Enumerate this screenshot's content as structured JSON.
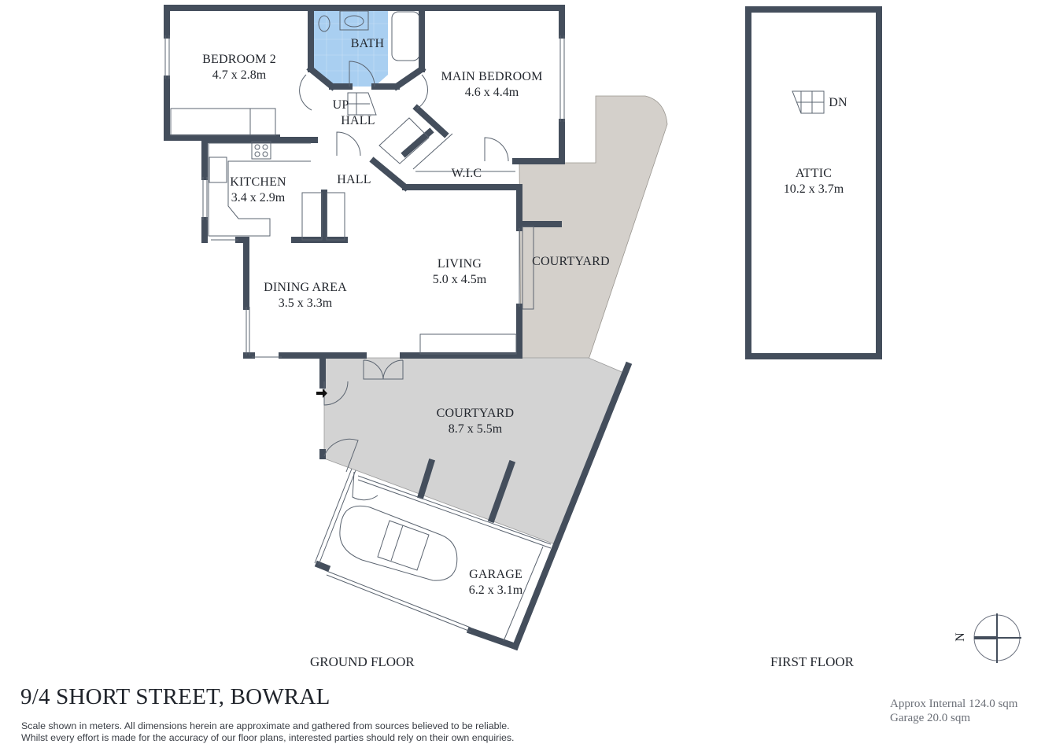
{
  "property": {
    "address": "9/4 SHORT STREET, BOWRAL",
    "disclaimer_line1": "Scale shown in meters. All dimensions herein are approximate and gathered from sources believed to be reliable.",
    "disclaimer_line2": "Whilst every effort is made for the accuracy of our floor plans, interested parties should rely on their own enquiries."
  },
  "areas": {
    "internal": "Approx Internal 124.0 sqm",
    "garage": "Garage 20.0 sqm"
  },
  "floors": {
    "ground": {
      "title": "GROUND FLOOR",
      "rooms": [
        {
          "name": "BEDROOM 2",
          "dims": "4.7 x 2.8m"
        },
        {
          "name": "BATH",
          "dims": ""
        },
        {
          "name": "MAIN BEDROOM",
          "dims": "4.6 x 4.4m"
        },
        {
          "name": "HALL",
          "dims": ""
        },
        {
          "name": "HALL",
          "dims": ""
        },
        {
          "name": "W.I.C",
          "dims": ""
        },
        {
          "name": "KITCHEN",
          "dims": "3.4 x 2.9m"
        },
        {
          "name": "LIVING",
          "dims": "5.0 x 4.5m"
        },
        {
          "name": "DINING AREA",
          "dims": "3.5 x 3.3m"
        },
        {
          "name": "COURTYARD",
          "dims": ""
        },
        {
          "name": "COURTYARD",
          "dims": "8.7 x 5.5m"
        },
        {
          "name": "GARAGE",
          "dims": "6.2 x 3.1m"
        }
      ],
      "stair_label": "UP"
    },
    "first": {
      "title": "FIRST FLOOR",
      "rooms": [
        {
          "name": "ATTIC",
          "dims": "10.2 x 3.7m"
        }
      ],
      "stair_label": "DN"
    }
  },
  "compass": {
    "label": "N"
  },
  "colors": {
    "wall": "#444e5c",
    "bath_fill": "#a9cff1",
    "courtyard_fill": "#d3d3d3",
    "courtyard_side_fill": "#d4d0cb",
    "text": "#23272e",
    "muted_text": "#6c7078"
  }
}
